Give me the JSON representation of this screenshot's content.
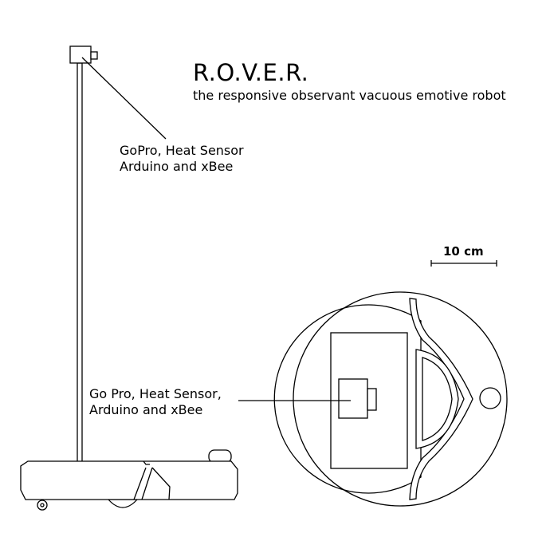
{
  "title": "R.O.V.E.R.",
  "subtitle": "the responsive observant vacuous emotive robot",
  "side_view": {
    "top_label_line1": "GoPro, Heat Sensor",
    "top_label_line2": "Arduino and xBee"
  },
  "top_view": {
    "label_line1": "Go Pro, Heat Sensor,",
    "label_line2": "Arduino and xBee"
  },
  "scale_bar": {
    "label": "10 cm"
  }
}
